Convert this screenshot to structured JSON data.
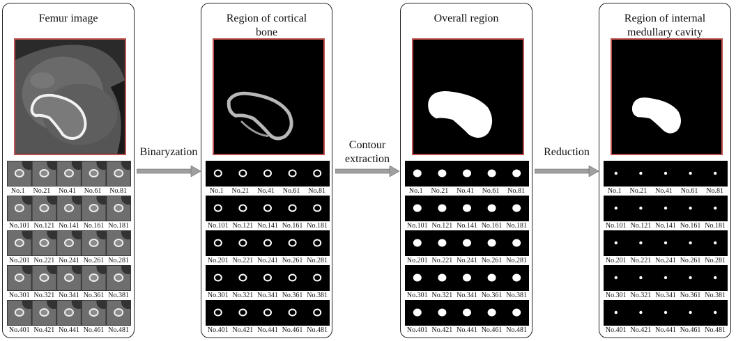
{
  "panels": [
    {
      "title_lines": [
        "Femur image"
      ],
      "kind": "ct"
    },
    {
      "title_lines": [
        "Region of cortical",
        "bone"
      ],
      "kind": "ring"
    },
    {
      "title_lines": [
        "Overall region"
      ],
      "kind": "solid"
    },
    {
      "title_lines": [
        "Region of internal",
        "medullary cavity"
      ],
      "kind": "dot"
    }
  ],
  "slice_rows": [
    [
      "No.1",
      "No.21",
      "No.41",
      "No.61",
      "No.81"
    ],
    [
      "No.101",
      "No.121",
      "No.141",
      "No.161",
      "No.181"
    ],
    [
      "No.201",
      "No.221",
      "No.241",
      "No.261",
      "No.281"
    ],
    [
      "No.301",
      "No.321",
      "No.341",
      "No.361",
      "No.381"
    ],
    [
      "No.401",
      "No.421",
      "No.441",
      "No.461",
      "No.481"
    ]
  ],
  "steps": [
    {
      "lines": [
        "Binaryzation"
      ]
    },
    {
      "lines": [
        "Contour",
        "extraction"
      ]
    },
    {
      "lines": [
        "Reduction"
      ]
    }
  ],
  "colors": {
    "frame": "#c0504d",
    "arrow": "#a0a0a0"
  }
}
